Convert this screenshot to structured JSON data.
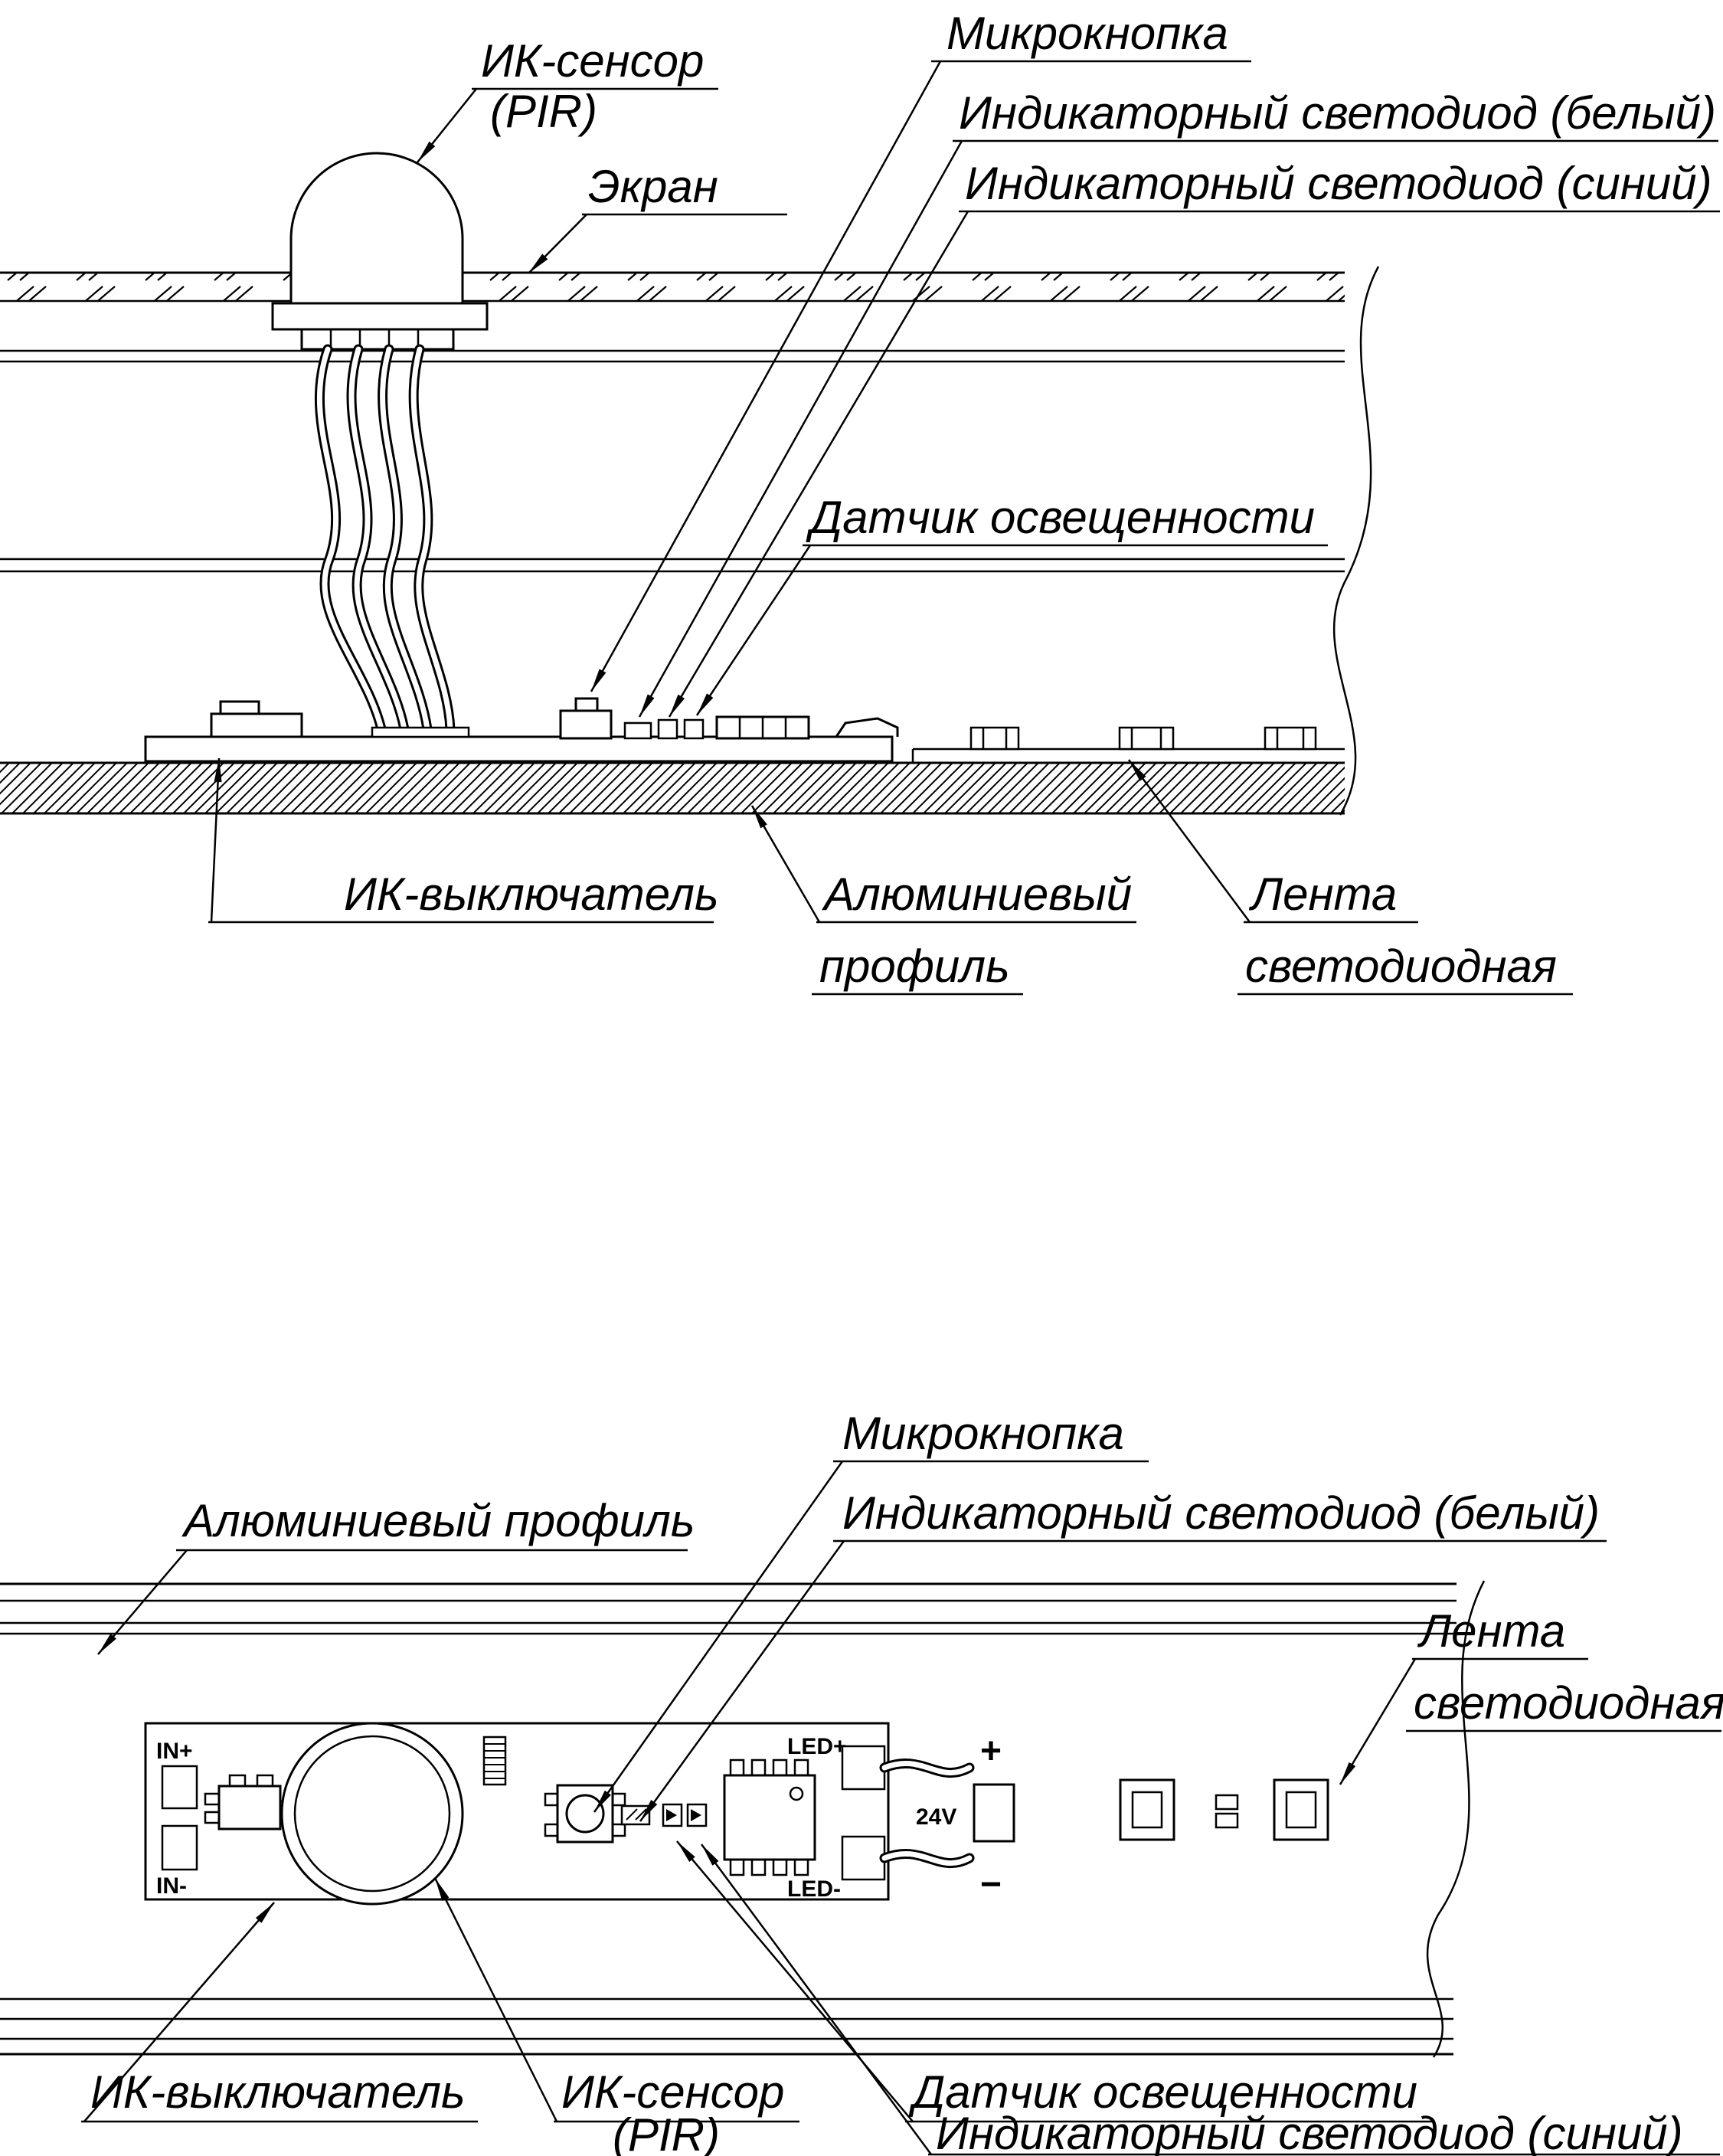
{
  "colors": {
    "ink": "#000000",
    "paper": "#ffffff"
  },
  "top_view": {
    "labels": {
      "ir_sensor": "ИК-сенсор",
      "ir_sensor_sub": "(PIR)",
      "screen": "Экран",
      "microbutton": "Микрокнопка",
      "indicator_led_white": "Индикаторный светодиод (белый)",
      "indicator_led_blue": "Индикаторный светодиод (синий)",
      "light_sensor": "Датчик освещенности",
      "ir_switch": "ИК-выключатель",
      "alu_profile_line1": "Алюминиевый",
      "alu_profile_line2": "профиль",
      "led_strip_line1": "Лента",
      "led_strip_line2": "светодиодная"
    }
  },
  "bottom_view": {
    "labels": {
      "microbutton": "Микрокнопка",
      "indicator_led_white": "Индикаторный светодиод (белый)",
      "alu_profile": "Алюминиевый профиль",
      "led_strip_line1": "Лента",
      "led_strip_line2": "светодиодная",
      "ir_switch": "ИК-выключатель",
      "ir_sensor": "ИК-сенсор",
      "ir_sensor_sub": "(PIR)",
      "light_sensor": "Датчик освещенности",
      "indicator_led_blue": "Индикаторный светодиод (синий)"
    },
    "board_markings": {
      "in_plus": "IN+",
      "in_minus": "IN-",
      "led_plus": "LED+",
      "led_minus": "LED-",
      "plus": "+",
      "minus": "−",
      "voltage": "24V"
    }
  }
}
